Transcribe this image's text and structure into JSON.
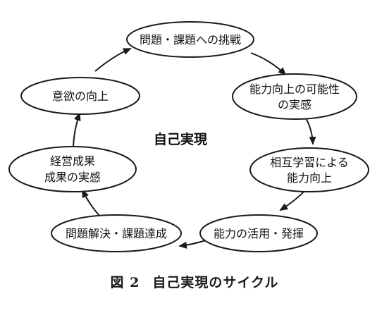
{
  "diagram": {
    "center_label": "自己実現",
    "nodes": [
      {
        "id": "challenge",
        "lines": [
          "問題・課題への挑戦"
        ]
      },
      {
        "id": "ability-potential",
        "lines": [
          "能力向上の可能性",
          "の実感"
        ]
      },
      {
        "id": "mutual-learning",
        "lines": [
          "相互学習による",
          "能力向上"
        ]
      },
      {
        "id": "ability-use",
        "lines": [
          "能力の活用・発揮"
        ]
      },
      {
        "id": "problem-solving",
        "lines": [
          "問題解決・課題達成"
        ]
      },
      {
        "id": "results",
        "lines": [
          "経営成果",
          "成果の実感"
        ]
      },
      {
        "id": "motivation",
        "lines": [
          "意欲の向上"
        ]
      }
    ]
  },
  "caption": {
    "figure_number": "図 2",
    "title": "自己実現のサイクル"
  }
}
